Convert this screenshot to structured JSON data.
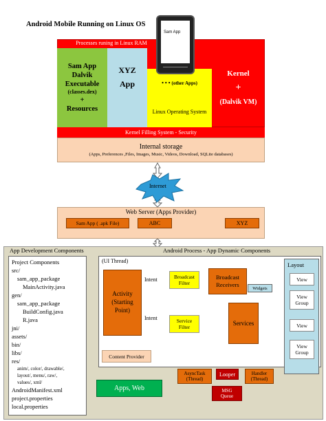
{
  "title": "Android Mobile Running on Linux OS",
  "phone": {
    "screen_text": "Sam App"
  },
  "ram": {
    "label": "Processes runing in Linux RAM",
    "sam": {
      "l1": "Sam App",
      "l2": "Dalvik",
      "l3": "Executable",
      "l4": "(classes.dex)",
      "l5": "+",
      "l6": "Resources"
    },
    "xyz": {
      "l1": "XYZ",
      "l2": "App"
    },
    "other": {
      "dots": "• • •",
      "text": "(other Apps)",
      "os": "Linux Operating System"
    },
    "kernel": {
      "l1": "Kernel",
      "l2": "+",
      "l3": "(Dalvik VM)"
    }
  },
  "fs_label": "Kernel Filling System - Security",
  "storage": {
    "title": "Internal storage",
    "detail": "(Apps, Preferences ,Files, Images, Music, Videos, Download, SQLite databases)"
  },
  "internet": "Internet",
  "webserver": {
    "title": "Web Server (Apps Provider)",
    "items": [
      "Sam App ( .apk File)",
      "ABC",
      "XYZ"
    ]
  },
  "devcomp": {
    "title": "App Development Components",
    "lines": [
      "Project Components",
      "src/",
      "sam_app_package",
      "MainActivity.java",
      "gen/",
      "sam_app_package",
      "BuildConfig.java",
      "R.java",
      "jni/",
      "assets/",
      "bin/",
      "libs/",
      "res/",
      "anim/, color/, drawable/,",
      "layout/, menu/, raw/,",
      "values/, xml/",
      "AndroidManifest.xml",
      "project.properties",
      "local.properties"
    ]
  },
  "process": {
    "title": "Android Process - App Dynamic Components",
    "ui_thread": "(UI Thread)",
    "activity": {
      "l1": "Activity",
      "l2": "(Starting",
      "l3": "Point)"
    },
    "intent1": "Intent",
    "intent2": "Intent",
    "broadcast_filter": {
      "l1": "Broadcast",
      "l2": "Filter"
    },
    "service_filter": {
      "l1": "Service",
      "l2": "Filter"
    },
    "broadcast_receivers": {
      "l1": "Broadcast",
      "l2": "Receivers"
    },
    "widgets": "Widgets",
    "services": "Services",
    "content_provider": "Content Provider",
    "layout": {
      "title": "Layout",
      "items": [
        [
          "View"
        ],
        [
          "View",
          "Group"
        ],
        [
          "View"
        ],
        [
          "View",
          "Group"
        ]
      ]
    },
    "asynctask": {
      "l1": "AsyncTask",
      "l2": "(Thread)"
    },
    "looper": "Looper",
    "handler": {
      "l1": "Handler",
      "l2": "(Thread)"
    },
    "msg_queue": {
      "l1": "MSG",
      "l2": "Queue"
    }
  },
  "apps_web": "Apps, Web",
  "colors": {
    "red": "#ff0000",
    "green": "#8cc63f",
    "light_blue": "#b7dde8",
    "yellow": "#ffff00",
    "peach": "#fbd4b4",
    "orange": "#e46c0a",
    "beige": "#ddd9c3",
    "bright_green": "#00b050",
    "dark_red": "#c00000"
  }
}
